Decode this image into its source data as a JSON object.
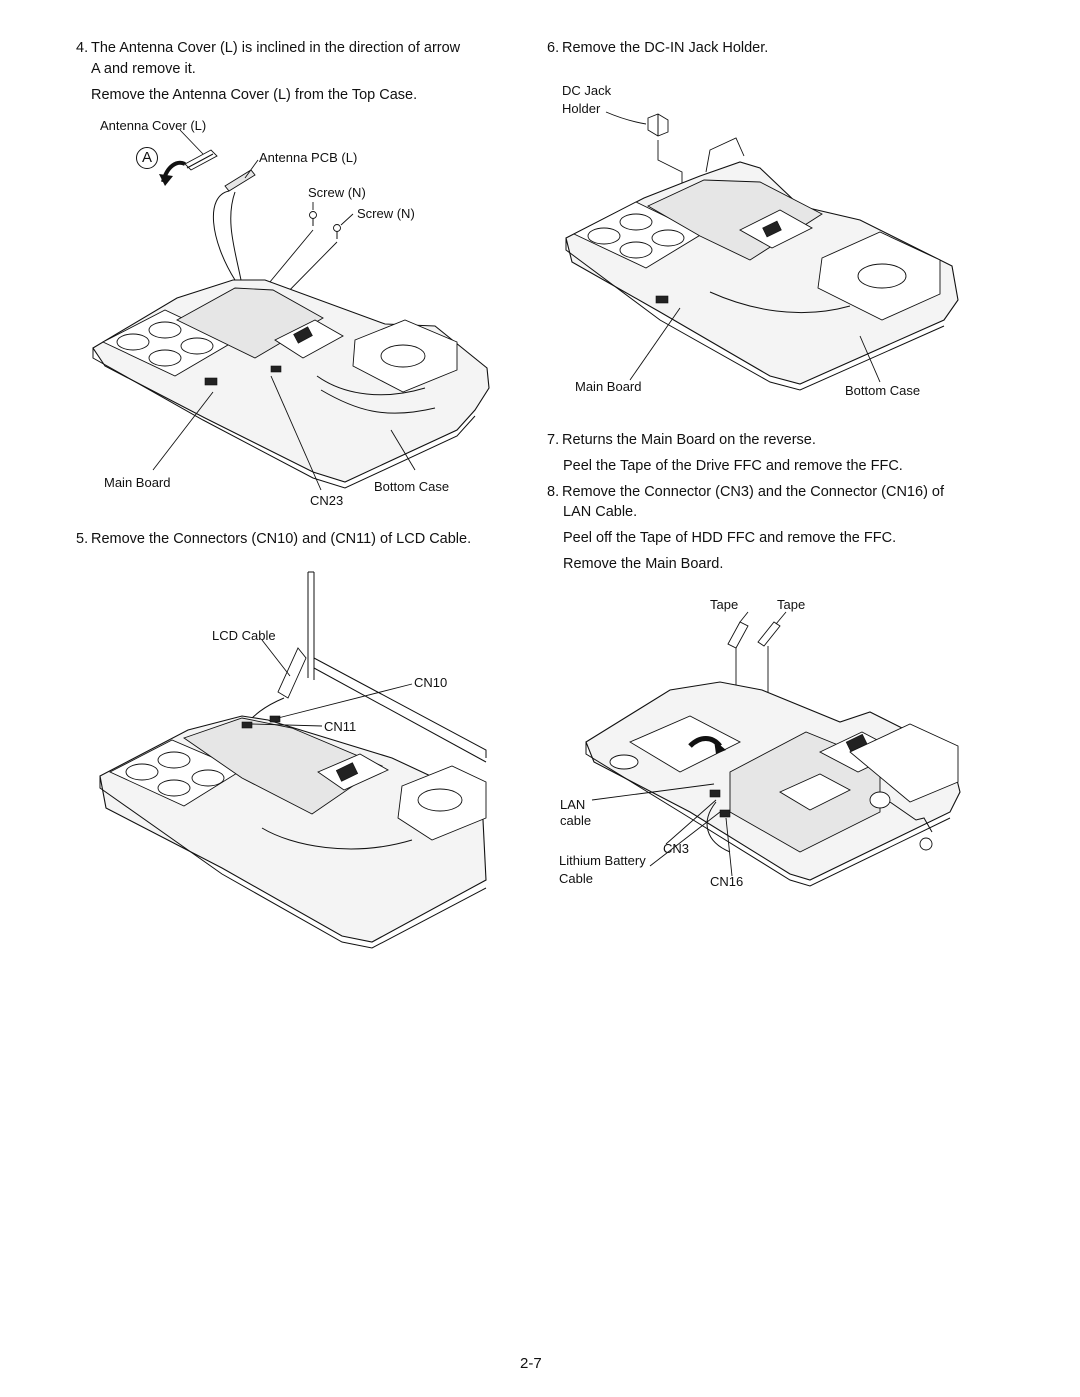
{
  "left": {
    "step4": {
      "num": "4.",
      "line1": "The Antenna Cover (L) is inclined in the direction of arrow",
      "line2": "A and remove it.",
      "line3": "Remove the Antenna Cover (L) from the Top Case."
    },
    "fig1": {
      "antenna_cover": "Antenna Cover (L)",
      "arrow_letter": "A",
      "antenna_pcb": "Antenna PCB (L)",
      "screw1": "Screw (N)",
      "screw2": "Screw (N)",
      "main_board": "Main Board",
      "bottom_case": "Bottom Case",
      "cn23": "CN23"
    },
    "step5": {
      "num": "5.",
      "line1": "Remove the Connectors (CN10) and (CN11) of LCD Cable."
    },
    "fig2": {
      "lcd_cable": "LCD Cable",
      "cn10": "CN10",
      "cn11": "CN11"
    }
  },
  "right": {
    "step6": {
      "num": "6.",
      "line1": "Remove the DC-IN Jack Holder."
    },
    "fig3": {
      "dc_jack_1": "DC Jack",
      "dc_jack_2": "Holder",
      "main_board": "Main Board",
      "bottom_case": "Bottom Case"
    },
    "step7": {
      "num": "7.",
      "line1": "Returns the Main Board on the reverse.",
      "line2": "Peel the Tape of the Drive FFC and remove the FFC."
    },
    "step8": {
      "num": "8.",
      "line1": "Remove the Connector (CN3) and the Connector (CN16) of",
      "line2": "LAN Cable.",
      "line3": "Peel off the Tape of HDD FFC and remove the FFC.",
      "line4": "Remove the Main Board."
    },
    "fig4": {
      "tape1": "Tape",
      "tape2": "Tape",
      "lan_1": "LAN",
      "lan_2": "cable",
      "cn3": "CN3",
      "lithium_1": "Lithium Battery",
      "lithium_2": "Cable",
      "cn16": "CN16"
    }
  },
  "footer": {
    "page_number": "2-7"
  }
}
